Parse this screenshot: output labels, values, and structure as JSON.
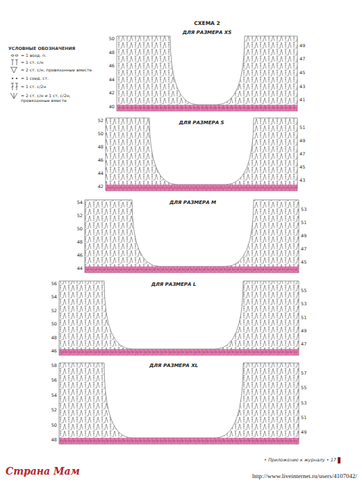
{
  "diagram": {
    "title": "СХЕМА 2",
    "labels": [
      "УСЛОВНЫЕ ОБОЗНАЧЕНИЯ",
      "ДЛЯ РАЗМЕРА XS",
      "40",
      "42",
      "44",
      "46",
      "48",
      "50",
      "41",
      "43",
      "45",
      "47",
      "49",
      "ДЛЯ РАЗМЕРА S",
      "42",
      "44",
      "46",
      "48",
      "50",
      "52",
      "43",
      "45",
      "47",
      "49",
      "51",
      "ДЛЯ РАЗМЕРА M",
      "44",
      "46",
      "48",
      "50",
      "52",
      "54",
      "45",
      "47",
      "49",
      "51",
      "53",
      "ДЛЯ РАЗМЕРА L",
      "46",
      "48",
      "50",
      "52",
      "54",
      "56",
      "47",
      "49",
      "51",
      "53",
      "55",
      "ДЛЯ РАЗМЕРА XL",
      "48",
      "50",
      "52",
      "54",
      "56",
      "58",
      "49",
      "51",
      "53",
      "55",
      "57",
      "• Приложение к журналу • 17",
      "Страна Мам",
      "http://www.liveinternet.ru/users/4107042/"
    ],
    "legend": [
      {
        "text": "= 1 возд. п."
      },
      {
        "text": "= 1 ст. с/н"
      },
      {
        "text": "= 2 ст. с/н, провязанные вместе"
      },
      {
        "text": "= 1 соед. ст."
      },
      {
        "text": "= 1 ст. с/2н"
      },
      {
        "text": "= 2 ст. с/н и 1 ст. с/2н, провязанные вместе"
      }
    ]
  }
}
